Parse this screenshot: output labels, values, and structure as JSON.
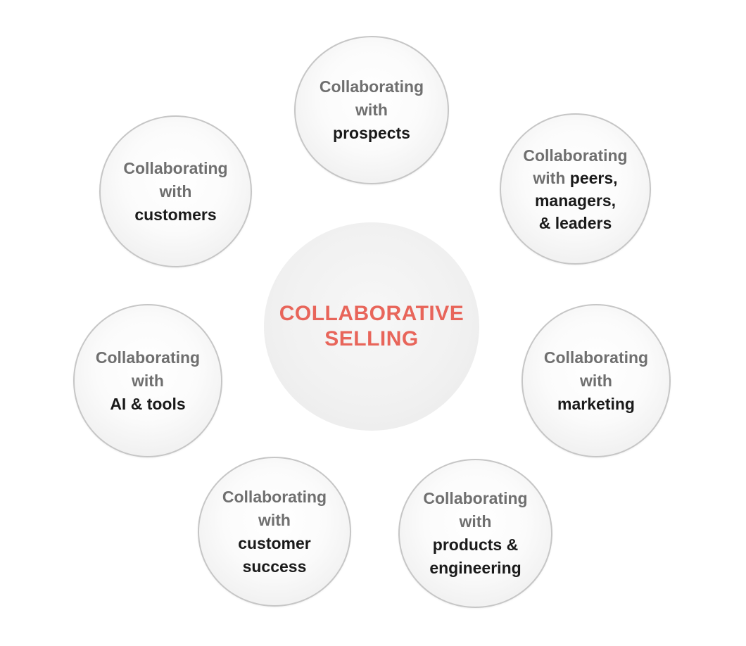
{
  "center": {
    "line1": "COLLABORATIVE",
    "line2": "SELLING"
  },
  "nodes": {
    "prospects": {
      "lead1": "Collaborating",
      "lead2": "with",
      "target": "prospects"
    },
    "peers": {
      "lead1": "Collaborating",
      "lead2": "with",
      "target1": "peers,",
      "target2": "managers,",
      "target3": "& leaders"
    },
    "marketing": {
      "lead1": "Collaborating",
      "lead2": "with",
      "target": "marketing"
    },
    "products": {
      "lead1": "Collaborating",
      "lead2": "with",
      "target1": "products &",
      "target2": "engineering"
    },
    "success": {
      "lead1": "Collaborating",
      "lead2": "with",
      "target1": "customer",
      "target2": "success"
    },
    "ai": {
      "lead1": "Collaborating",
      "lead2": "with",
      "target": "AI & tools"
    },
    "customers": {
      "lead1": "Collaborating",
      "lead2": "with",
      "target": "customers"
    }
  },
  "colors": {
    "accent": "#e8655a",
    "lead_text": "#6f6f6f",
    "target_text": "#1a1a1a",
    "border": "#c6c6c6"
  }
}
